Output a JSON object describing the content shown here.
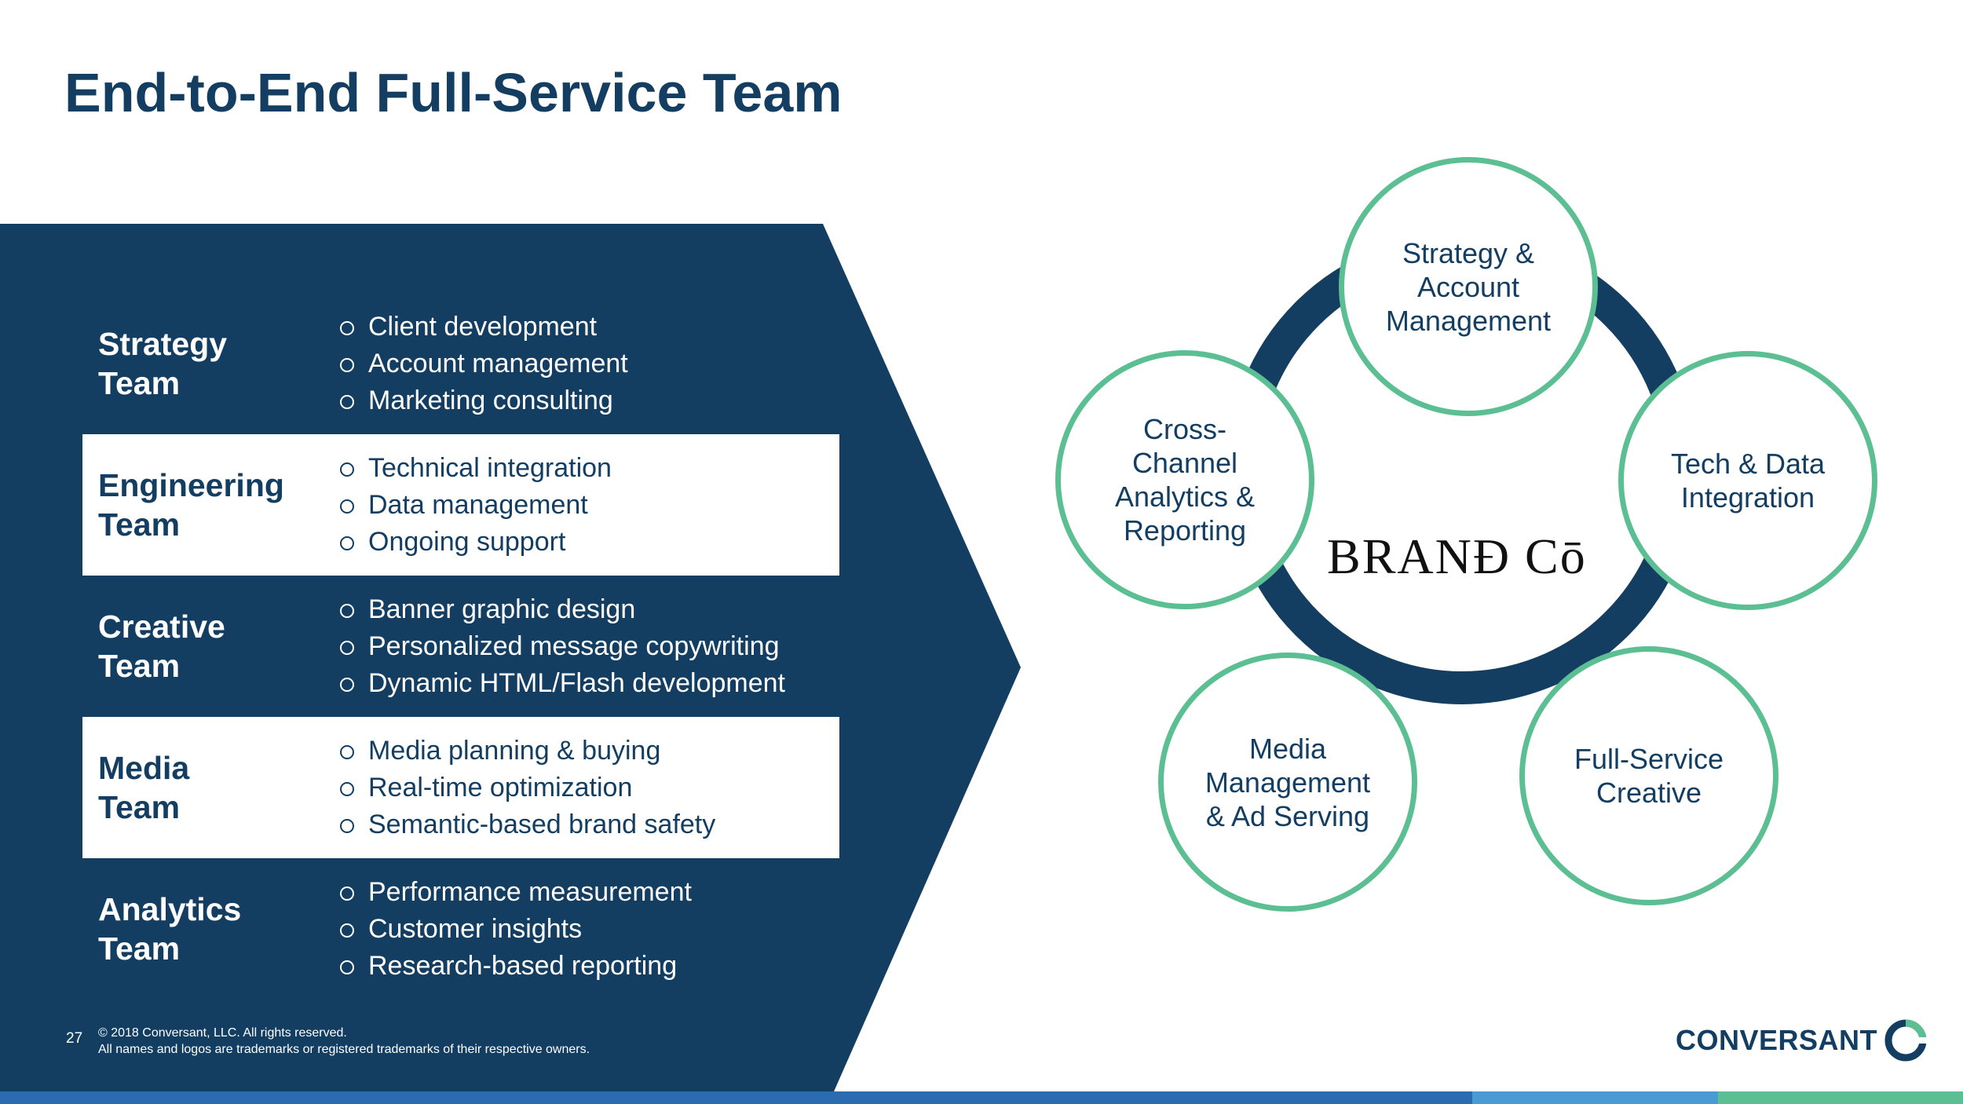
{
  "slide": {
    "title": "End-to-End Full-Service Team",
    "page_number": "27",
    "footer_note": "© 2018 Conversant, LLC. All rights reserved.\nAll names and logos are trademarks or registered trademarks of their respective owners.",
    "logo_text": "CONVERSANT"
  },
  "teams": [
    {
      "name": "Strategy\nTeam",
      "bullets": [
        "Client development",
        "Account management",
        "Marketing consulting"
      ]
    },
    {
      "name": "Engineering\nTeam",
      "bullets": [
        "Technical integration",
        "Data management",
        "Ongoing support"
      ]
    },
    {
      "name": "Creative\nTeam",
      "bullets": [
        "Banner graphic design",
        "Personalized message copywriting",
        "Dynamic HTML/Flash development"
      ]
    },
    {
      "name": "Media\nTeam",
      "bullets": [
        "Media planning & buying",
        "Real-time optimization",
        "Semantic-based brand safety"
      ]
    },
    {
      "name": "Analytics\nTeam",
      "bullets": [
        "Performance measurement",
        "Customer insights",
        "Research-based reporting"
      ]
    }
  ],
  "cycle": {
    "center_label": "BRANĐ Cō",
    "nodes": [
      "Strategy &\nAccount\nManagement",
      "Tech & Data\nIntegration",
      "Full-Service\nCreative",
      "Media\nManagement\n& Ad Serving",
      "Cross-\nChannel\nAnalytics &\nReporting"
    ]
  },
  "colors": {
    "navy": "#133e62",
    "green": "#5cbf93",
    "bar_blue": "#2b6cb0",
    "bar_light_blue": "#4a9bd4",
    "bar_green": "#5cbf93"
  },
  "icons": {
    "bullet": "hollow-circle-icon",
    "logo_mark": "conversant-logo-icon"
  }
}
